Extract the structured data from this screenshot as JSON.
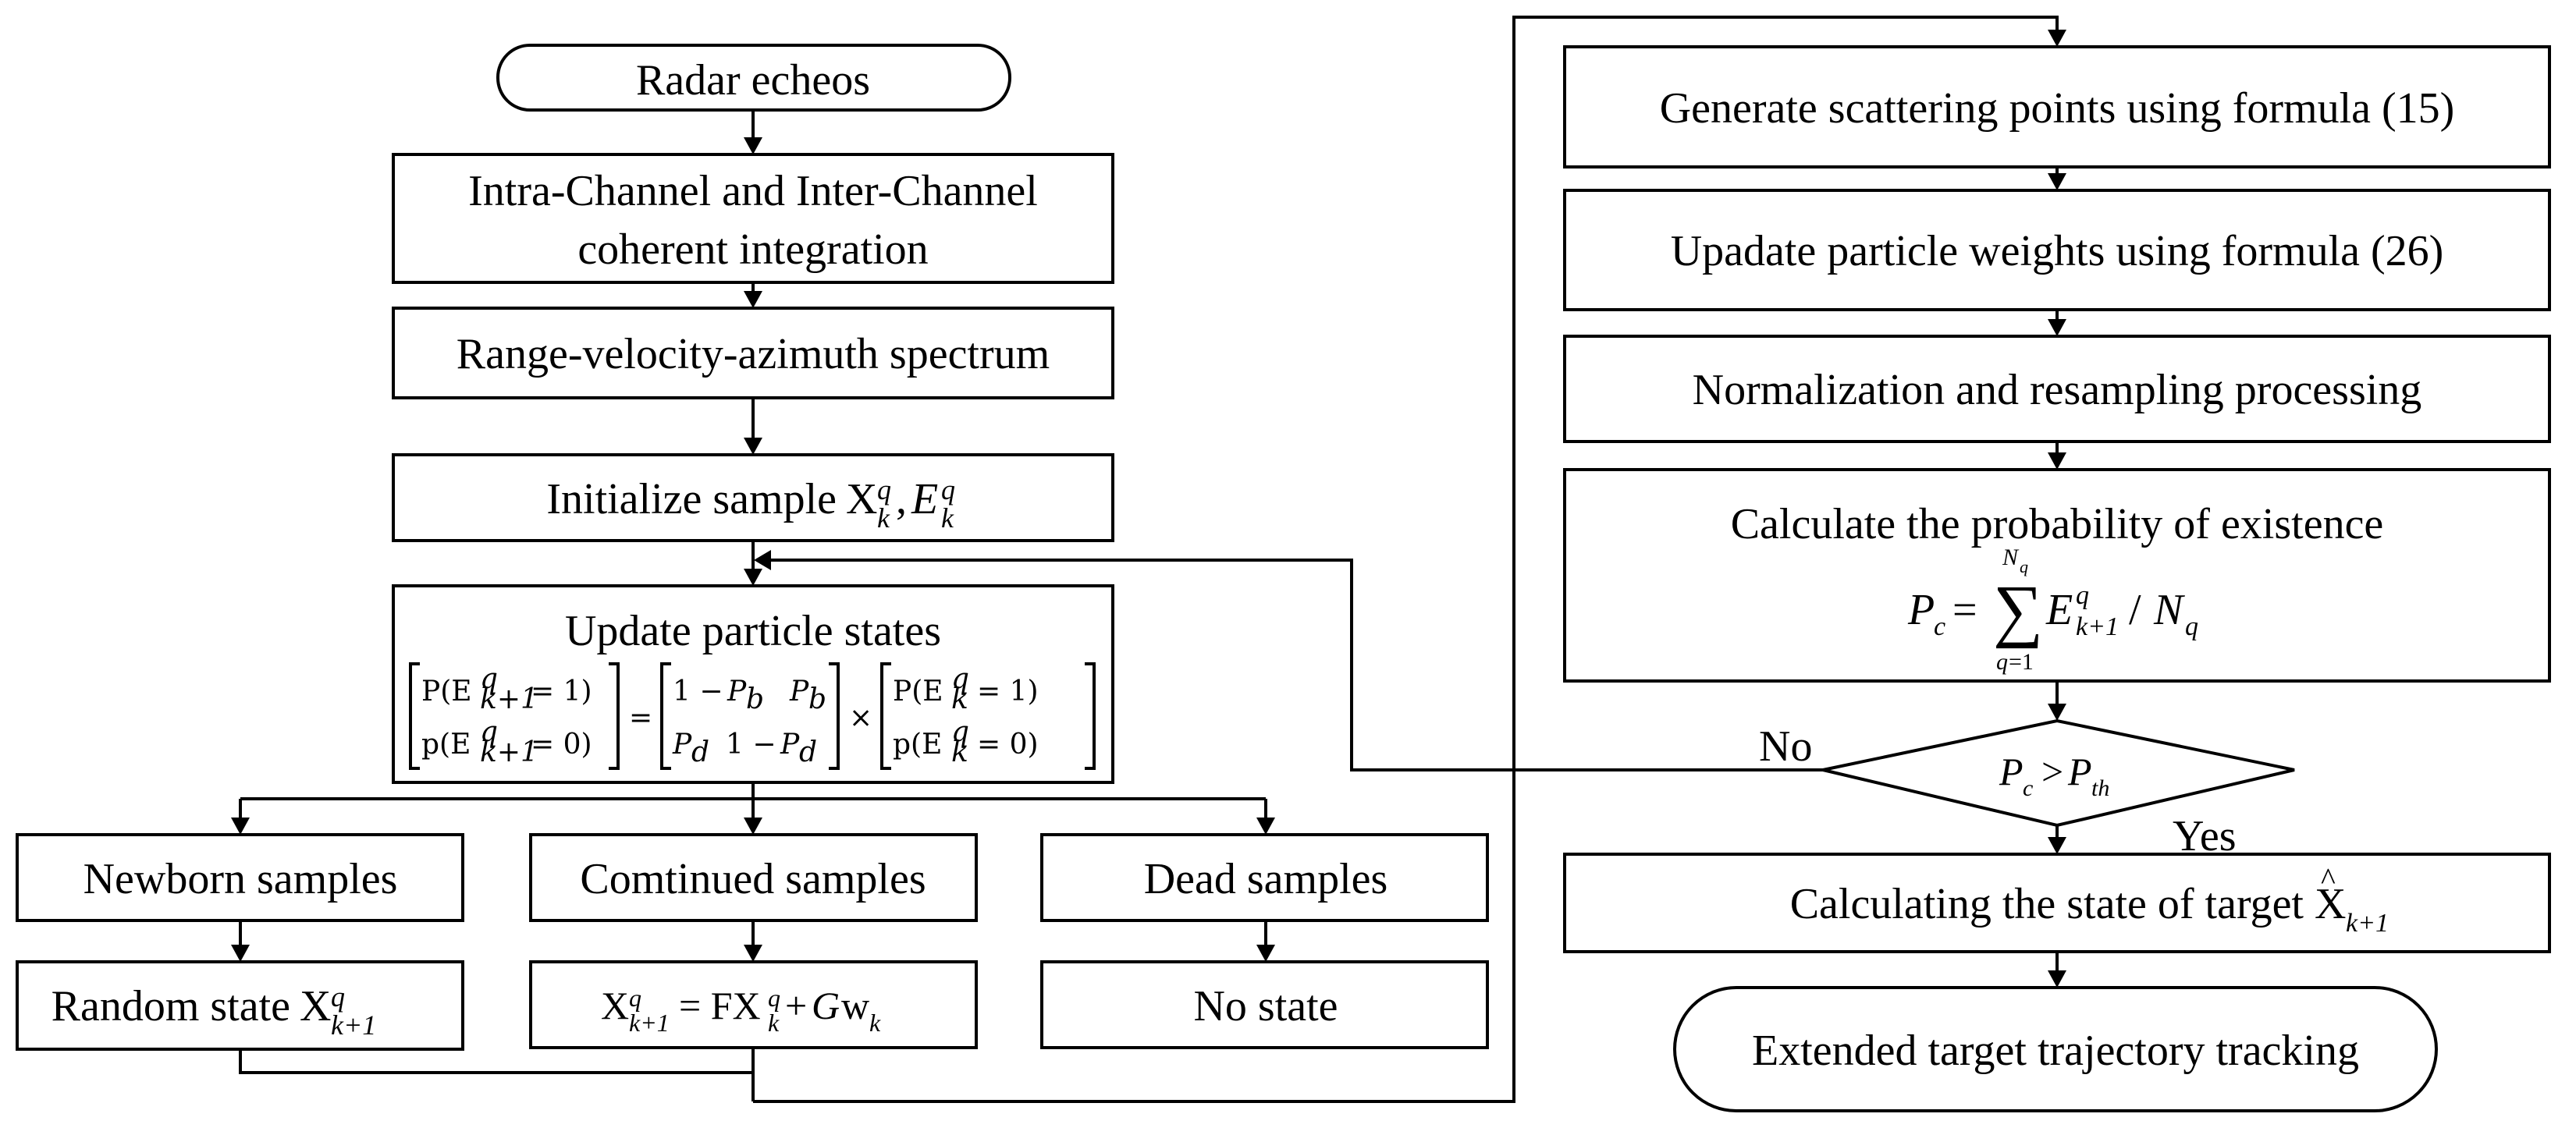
{
  "nodes": {
    "radar_echoes": "Radar echeos",
    "coherent_integration_line1": "Intra-Channel and Inter-Channel",
    "coherent_integration_line2": "coherent integration",
    "spectrum": "Range-velocity-azimuth spectrum",
    "initialize_sample": "Initialize sample",
    "update_particle_states": "Update particle states",
    "newborn_samples": "Newborn samples",
    "continued_samples": "Comtinued samples",
    "dead_samples": "Dead samples",
    "random_state": "Random state",
    "no_state": "No state",
    "generate_scattering": "Generate scattering points using formula (15)",
    "update_weights": "Upadate particle weights using formula (26)",
    "normalization": "Normalization and resampling processing",
    "probability_of_existence": "Calculate the probability of existence",
    "calculating_state": "Calculating the state of target",
    "extended_tracking": "Extended target trajectory tracking"
  },
  "branch_labels": {
    "no": "No",
    "yes": "Yes"
  }
}
